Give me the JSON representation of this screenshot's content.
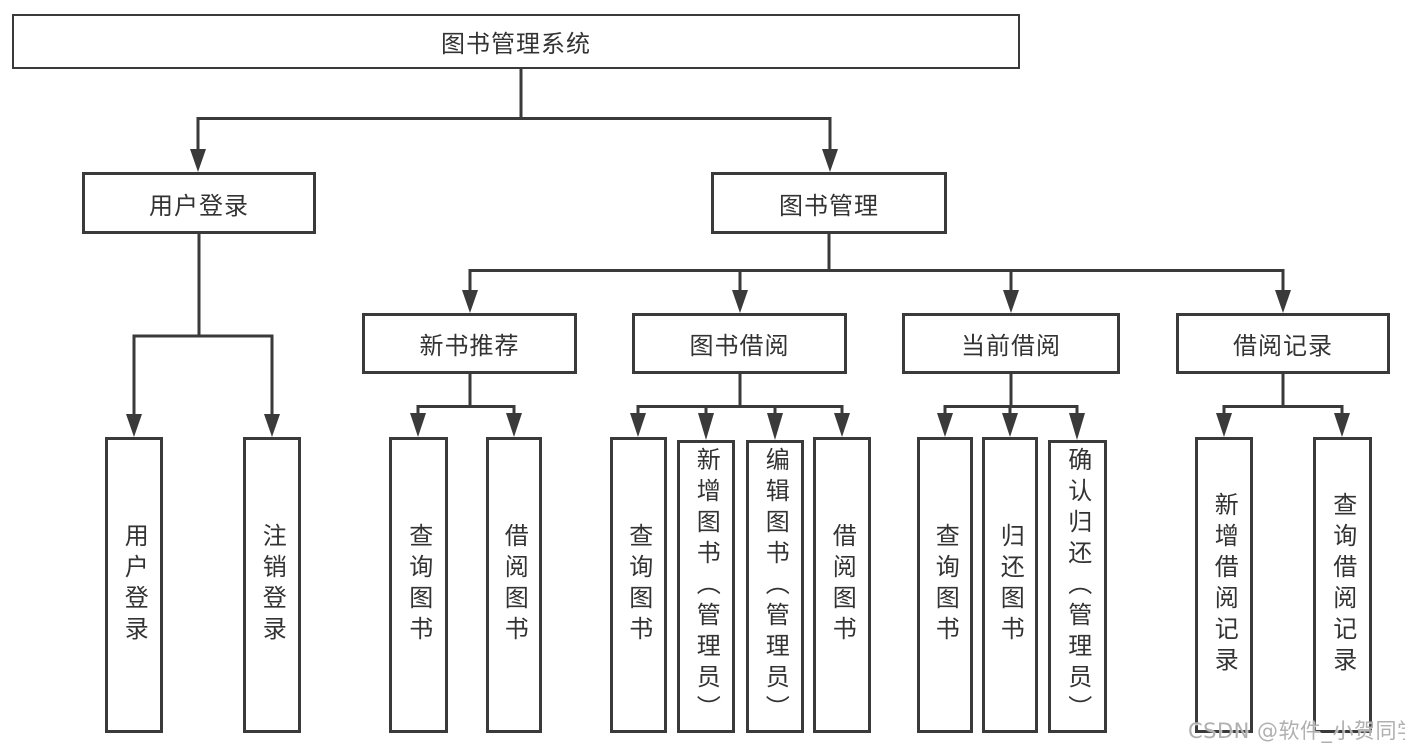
{
  "diagram": {
    "root": {
      "label": "图书管理系统"
    },
    "level2": [
      {
        "label": "用户登录"
      },
      {
        "label": "图书管理"
      }
    ],
    "level3": [
      {
        "label": "新书推荐"
      },
      {
        "label": "图书借阅"
      },
      {
        "label": "当前借阅"
      },
      {
        "label": "借阅记录"
      }
    ],
    "leaves": {
      "user": [
        "用户登录",
        "注销登录"
      ],
      "recommend": [
        "查询图书",
        "借阅图书"
      ],
      "borrow": [
        "查询图书",
        "新增图书（管理员）",
        "编辑图书（管理员）",
        "借阅图书"
      ],
      "current": [
        "查询图书",
        "归还图书",
        "确认归还（管理员）"
      ],
      "record": [
        "新增借阅记录",
        "查询借阅记录"
      ]
    }
  },
  "watermark": {
    "text": "CSDN @软件_小贺同学"
  },
  "colors": {
    "line": "#3a3a3a",
    "text": "#333333",
    "background": "#ffffff",
    "watermark": "#b0b0b0"
  }
}
